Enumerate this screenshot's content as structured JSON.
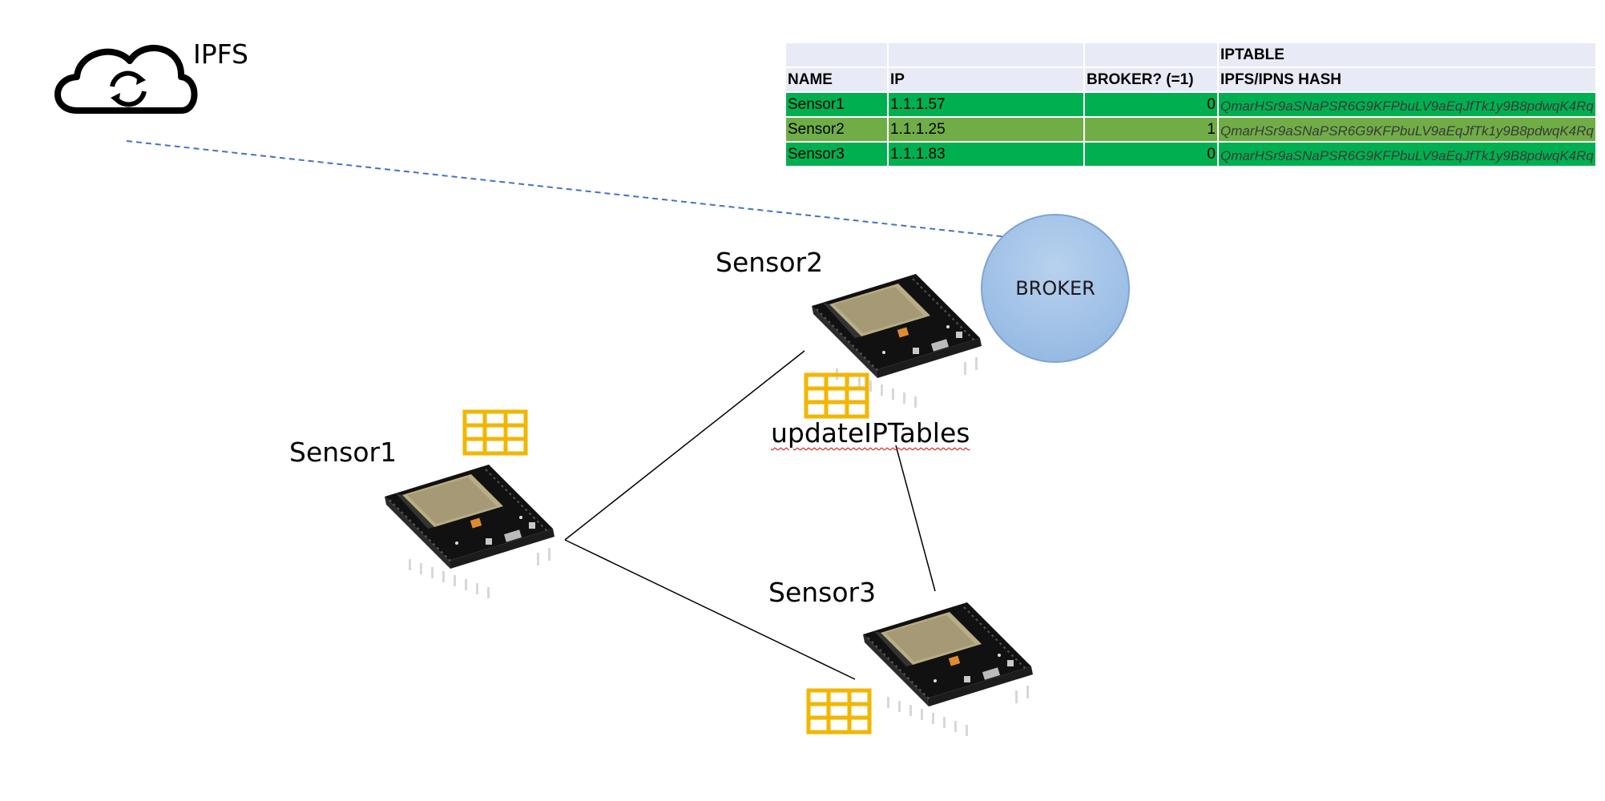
{
  "cloud": {
    "label": "IPFS",
    "icon": "cloud-sync-icon"
  },
  "broker": {
    "label": "BROKER",
    "color": "#9fc0e6"
  },
  "sensors": [
    {
      "label": "Sensor1"
    },
    {
      "label": "Sensor2"
    },
    {
      "label": "Sensor3"
    }
  ],
  "update_label": "updateIPTables",
  "iptable": {
    "title": "IPTABLE",
    "headers": [
      "NAME",
      "IP",
      "BROKER? (=1)",
      "IPFS/IPNS HASH"
    ],
    "rows": [
      {
        "name": "Sensor1",
        "ip": "1.1.1.57",
        "broker": "0",
        "hash": "QmarHSr9aSNaPSR6G9KFPbuLV9aEqJfTk1y9B8pdwqK4Rq"
      },
      {
        "name": "Sensor2",
        "ip": "1.1.1.25",
        "broker": "1",
        "hash": "QmarHSr9aSNaPSR6G9KFPbuLV9aEqJfTk1y9B8pdwqK4Rq"
      },
      {
        "name": "Sensor3",
        "ip": "1.1.1.83",
        "broker": "0",
        "hash": "QmarHSr9aSNaPSR6G9KFPbuLV9aEqJfTk1y9B8pdwqK4Rq"
      }
    ],
    "colors": {
      "header": "#e8ebf5",
      "green": "#00b050",
      "broker_row": "#70ad47"
    }
  },
  "icons": {
    "table": "table-icon",
    "board": "esp32-board-icon"
  },
  "accent_colors": {
    "table_icon": "#f2b600",
    "dashed_link": "#4472c4"
  }
}
